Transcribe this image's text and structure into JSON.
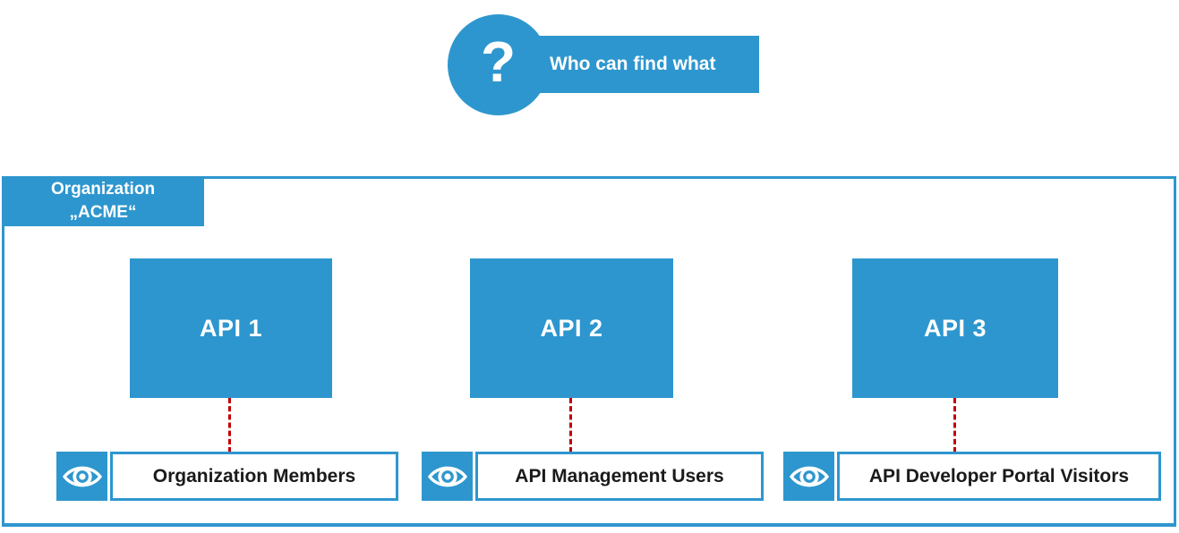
{
  "colors": {
    "accent": "#2E96CE",
    "connector": "#C00000",
    "label_text": "#1A1A1A"
  },
  "header": {
    "icon_glyph": "?",
    "title": "Who can find what"
  },
  "organization": {
    "label_line1": "Organization",
    "label_line2": "„ACME“"
  },
  "apis": [
    {
      "label": "API 1"
    },
    {
      "label": "API 2"
    },
    {
      "label": "API 3"
    }
  ],
  "audiences": [
    {
      "icon": "eye-icon",
      "label": "Organization Members"
    },
    {
      "icon": "eye-icon",
      "label": "API Management Users"
    },
    {
      "icon": "eye-icon",
      "label": "API Developer Portal Visitors"
    }
  ]
}
